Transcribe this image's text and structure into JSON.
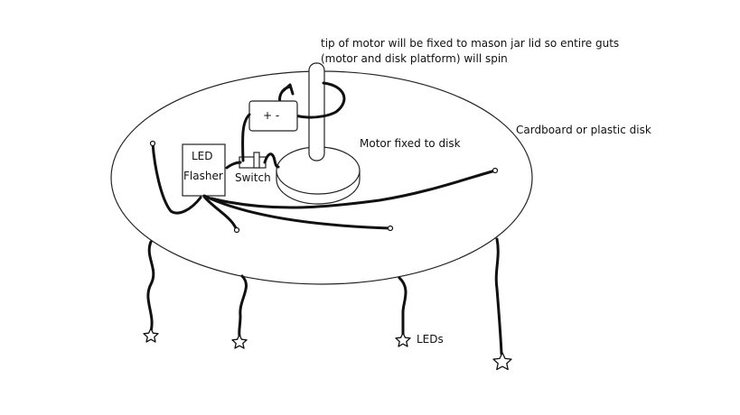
{
  "annotations": {
    "motor_tip_note_line1": "tip of motor will be fixed to mason jar lid so entire guts",
    "motor_tip_note_line2": "(motor and disk platform) will spin",
    "disk_label": "Cardboard or plastic disk",
    "motor_label": "Motor fixed to disk",
    "leds_label": "LEDs"
  },
  "components": {
    "led_flasher_line1": "LED",
    "led_flasher_line2": "Flasher",
    "switch_label": "Switch",
    "battery_label": "+ -"
  },
  "colors": {
    "ink": "#111111",
    "background": "#ffffff"
  }
}
